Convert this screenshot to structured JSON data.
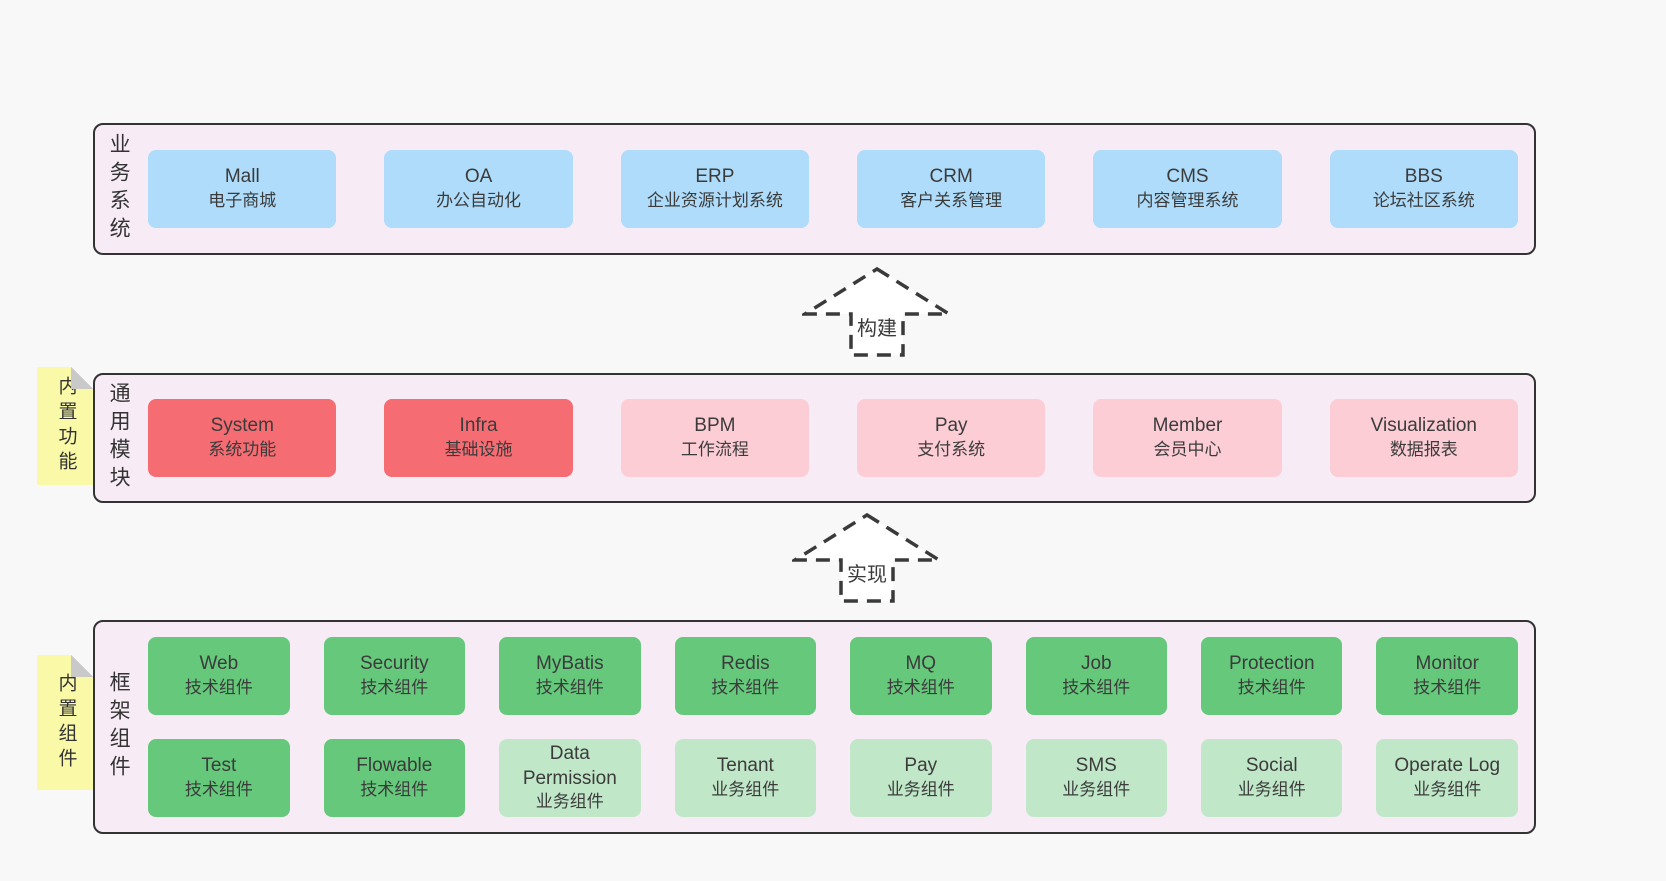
{
  "colors": {
    "page_background": "#f8f8f8",
    "section_background": "#f7ecf6",
    "section_border": "#333333",
    "node_blue": "#aedcfa",
    "node_red": "#f56c72",
    "node_pink": "#fccdd5",
    "node_green": "#65c87b",
    "node_green_light": "#c1e7c9",
    "sticky_note_yellow": "#f9f9a8",
    "note_fold_gray": "#c9c9c9",
    "text": "#3b3b3b"
  },
  "arrows": {
    "build": "构建",
    "implement": "实现"
  },
  "sections": {
    "business": {
      "label": "业务系统",
      "items": [
        {
          "name": "Mall",
          "desc": "电子商城"
        },
        {
          "name": "OA",
          "desc": "办公自动化"
        },
        {
          "name": "ERP",
          "desc": "企业资源计划系统"
        },
        {
          "name": "CRM",
          "desc": "客户关系管理"
        },
        {
          "name": "CMS",
          "desc": "内容管理系统"
        },
        {
          "name": "BBS",
          "desc": "论坛社区系统"
        }
      ]
    },
    "modules": {
      "label": "通用模块",
      "note": "内置功能",
      "items": [
        {
          "name": "System",
          "desc": "系统功能"
        },
        {
          "name": "Infra",
          "desc": "基础设施"
        },
        {
          "name": "BPM",
          "desc": "工作流程"
        },
        {
          "name": "Pay",
          "desc": "支付系统"
        },
        {
          "name": "Member",
          "desc": "会员中心"
        },
        {
          "name": "Visualization",
          "desc": "数据报表"
        }
      ]
    },
    "components": {
      "label": "框架组件",
      "note": "内置组件",
      "row1": [
        {
          "name": "Web",
          "desc": "技术组件"
        },
        {
          "name": "Security",
          "desc": "技术组件"
        },
        {
          "name": "MyBatis",
          "desc": "技术组件"
        },
        {
          "name": "Redis",
          "desc": "技术组件"
        },
        {
          "name": "MQ",
          "desc": "技术组件"
        },
        {
          "name": "Job",
          "desc": "技术组件"
        },
        {
          "name": "Protection",
          "desc": "技术组件"
        },
        {
          "name": "Monitor",
          "desc": "技术组件"
        }
      ],
      "row2": [
        {
          "name": "Test",
          "desc": "技术组件"
        },
        {
          "name": "Flowable",
          "desc": "技术组件"
        },
        {
          "name": "Data Permission",
          "desc": "业务组件"
        },
        {
          "name": "Tenant",
          "desc": "业务组件"
        },
        {
          "name": "Pay",
          "desc": "业务组件"
        },
        {
          "name": "SMS",
          "desc": "业务组件"
        },
        {
          "name": "Social",
          "desc": "业务组件"
        },
        {
          "name": "Operate Log",
          "desc": "业务组件"
        }
      ]
    }
  }
}
